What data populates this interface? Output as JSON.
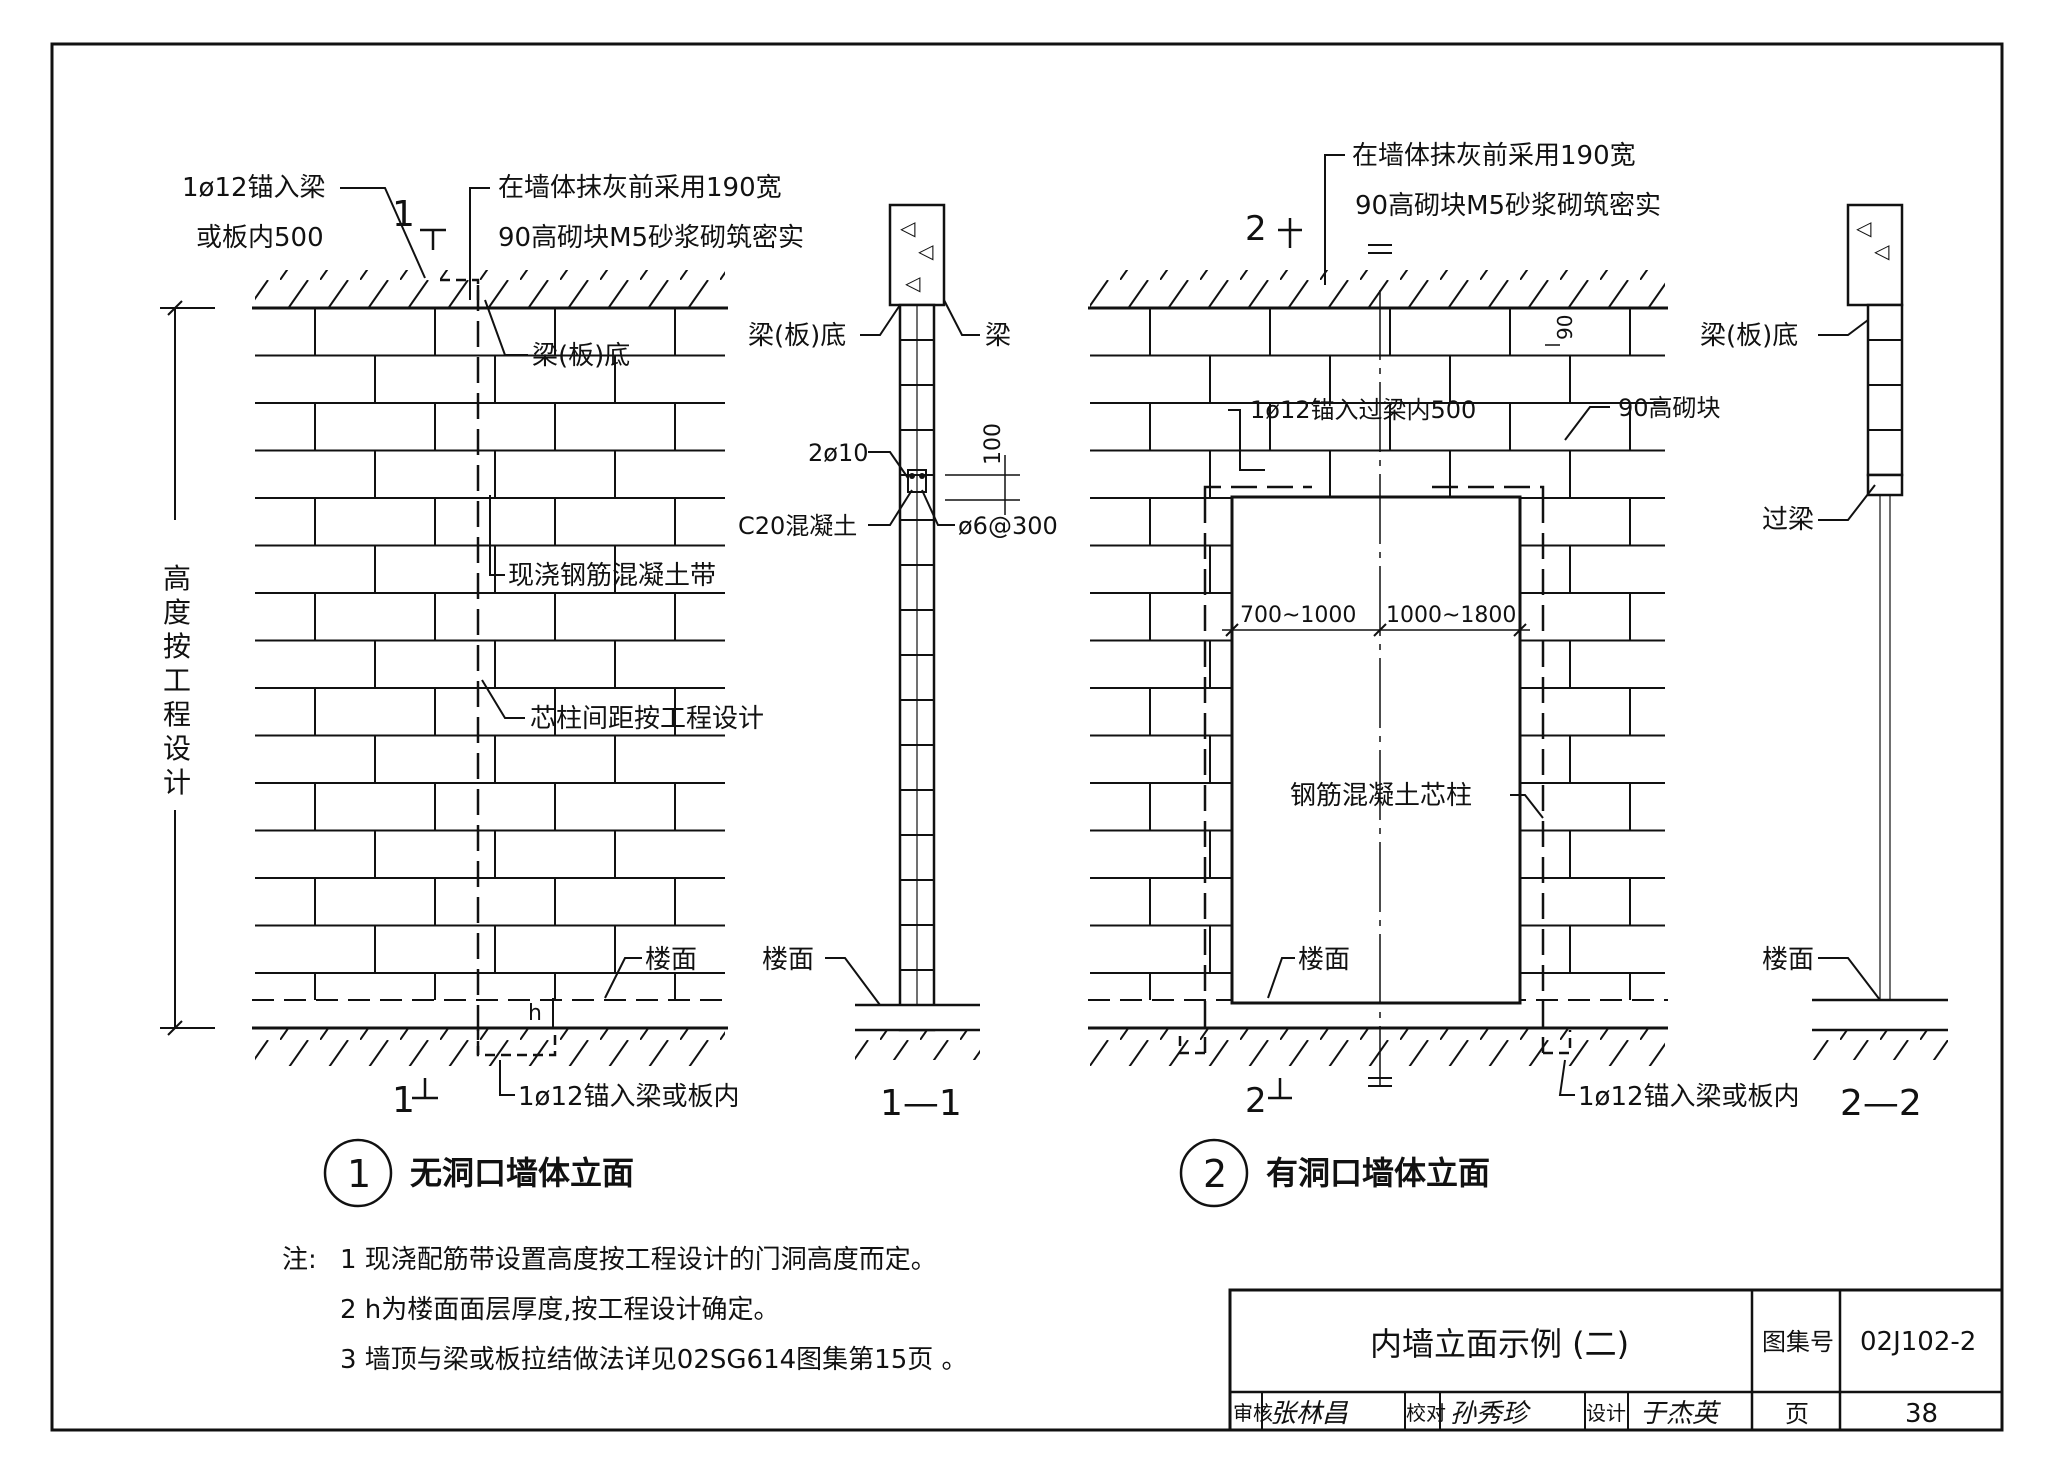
{
  "left_elevation": {
    "note_anchor": "1ø12锚入梁",
    "note_anchor2": "或板内500",
    "note_top_1": "在墙体抹灰前采用190宽",
    "note_top_2": "90高砌块M5砂浆砌筑密实",
    "beam_bottom": "梁(板)底",
    "cast_band": "现浇钢筋混凝土带",
    "core_spacing": "芯柱间距按工程设计",
    "floor": "楼面",
    "h_mark": "h",
    "anchor_bottom": "1ø12锚入梁或板内",
    "height_note": [
      "高",
      "度",
      "按",
      "工",
      "程",
      "设",
      "计"
    ],
    "cut_mark_top": "1",
    "cut_mark_bottom": "1"
  },
  "section_1": {
    "beam_bottom": "梁(板)底",
    "beam": "梁",
    "rebar": "2ø10",
    "concrete": "C20混凝土",
    "stirrup": "ø6@300",
    "dim_100": "100",
    "floor": "楼面",
    "label": "1—1"
  },
  "right_elevation": {
    "note_top_1": "在墙体抹灰前采用190宽",
    "note_top_2": "90高砌块M5砂浆砌筑密实",
    "dim_90": "90",
    "anchor_lintel": "1ø12锚入过梁内500",
    "block_90": "90高砌块",
    "dim_left": "700~1000",
    "dim_right": "1000~1800",
    "rc_core": "钢筋混凝土芯柱",
    "floor": "楼面",
    "anchor_bottom": "1ø12锚入梁或板内",
    "cut_mark_top": "2",
    "cut_mark_bottom": "2"
  },
  "section_2": {
    "beam_bottom": "梁(板)底",
    "lintel": "过梁",
    "floor": "楼面",
    "label": "2—2"
  },
  "captions": {
    "c1_num": "1",
    "c1_text": "无洞口墙体立面",
    "c2_num": "2",
    "c2_text": "有洞口墙体立面"
  },
  "notes": {
    "prefix": "注:",
    "n1": "1  现浇配筋带设置高度按工程设计的门洞高度而定。",
    "n2": "2  h为楼面面层厚度,按工程设计确定。",
    "n3": "3  墙顶与梁或板拉结做法详见02SG614图集第15页 。"
  },
  "title_block": {
    "title": "内墙立面示例 (二)",
    "atlas_label": "图集号",
    "atlas_no": "02J102-2",
    "review": "审核",
    "review_sign": "张林昌",
    "check": "校对",
    "check_sign": "孙秀珍",
    "design": "设计",
    "design_sign": "于杰英",
    "page_label": "页",
    "page_no": "38"
  }
}
